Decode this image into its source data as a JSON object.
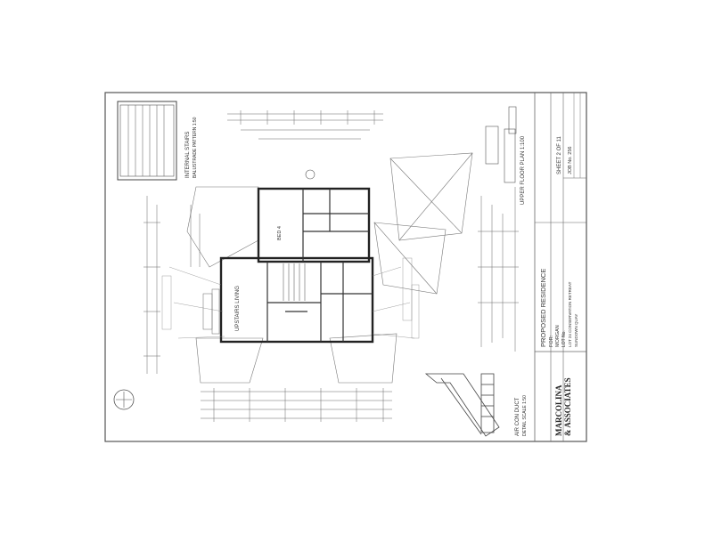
{
  "title_block": {
    "firm_line1": "MARCOLINA",
    "firm_line2": "& ASSOCIATES",
    "project_label": "PROPOSED RESIDENCE",
    "for_label": "FOR:",
    "client_name": "MORGAN",
    "lot_label": "LOT No.",
    "lot_address": "LOT 24 CONSERVATION RETREAT",
    "suburb": "SUNDOWN QUAY",
    "sheet_label": "SHEET 2 OF 11",
    "job_label": "JOB No. 256"
  },
  "drawing": {
    "plan_title": "UPPER FLOOR PLAN 1:100",
    "stairs_title": "INTERNAL STAIRS",
    "balustrade_label": "BALUSTRADE PATTERN 1:50",
    "detail_title": "AIR CON DUCT",
    "detail_scale": "DETAIL SCALE 1:50",
    "room_main": "UPSTAIRS LIVING",
    "room_bed": "BED 4"
  }
}
